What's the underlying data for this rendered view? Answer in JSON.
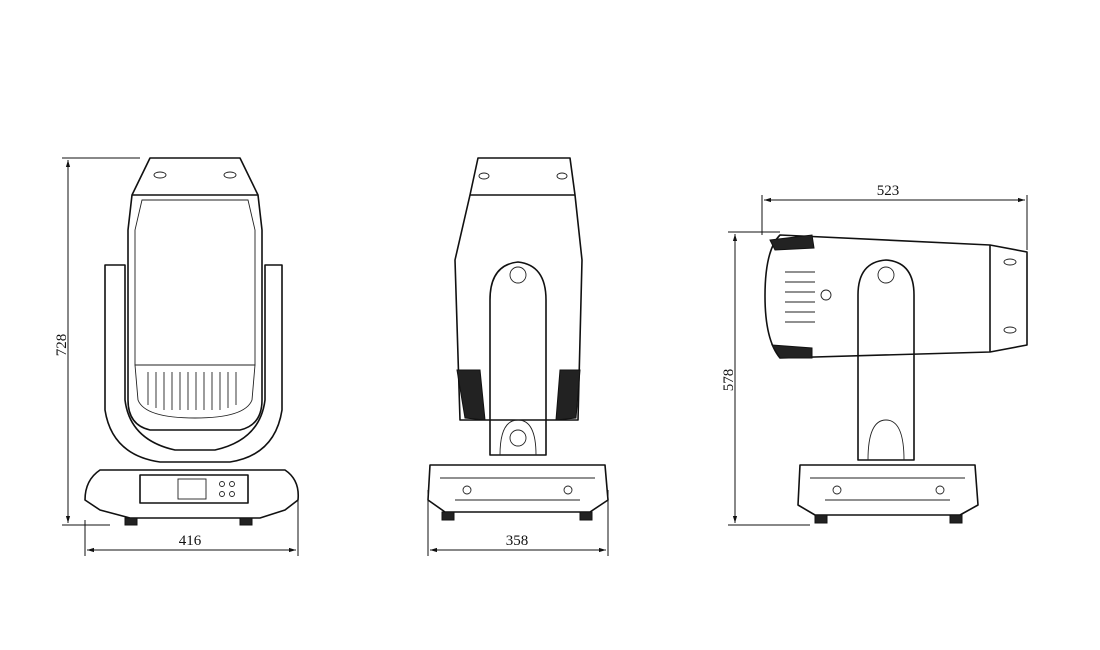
{
  "views": {
    "front": {
      "height_label": "728",
      "width_label": "416"
    },
    "side": {
      "width_label": "358"
    },
    "tilted": {
      "length_label": "523",
      "height_label": "578"
    }
  }
}
